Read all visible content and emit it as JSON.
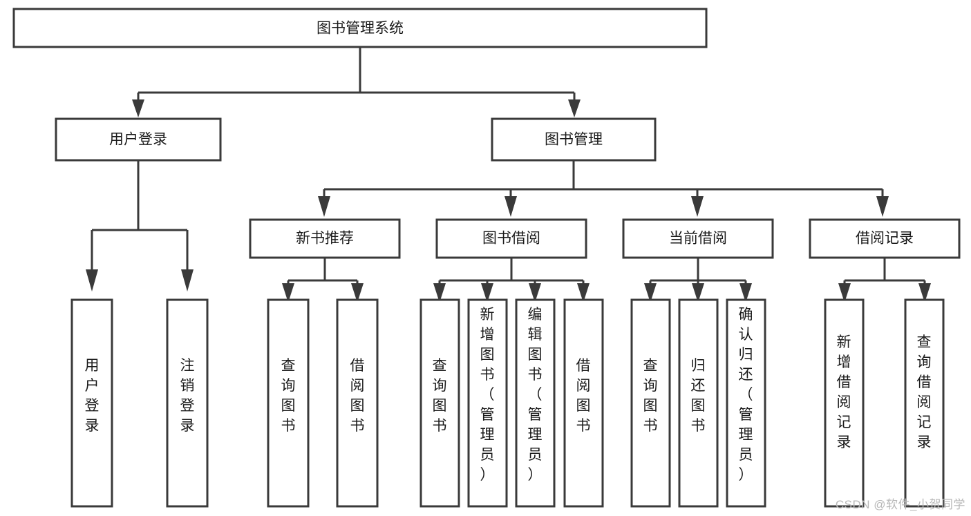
{
  "diagram": {
    "title": "图书管理系统",
    "watermark": "CSDN @软件_小贺同学",
    "colors": {
      "background": "#ffffff",
      "box_fill": "#ffffff",
      "box_stroke": "#3a3a3a",
      "connector": "#3a3a3a",
      "text": "#1a1a1a",
      "watermark": "#b8b8b8"
    },
    "root": {
      "label": "图书管理系统"
    },
    "level1": [
      {
        "label": "用户登录"
      },
      {
        "label": "图书管理"
      }
    ],
    "level2": [
      {
        "label": "新书推荐"
      },
      {
        "label": "图书借阅"
      },
      {
        "label": "当前借阅"
      },
      {
        "label": "借阅记录"
      }
    ],
    "leaves_user_login": [
      {
        "label": "用户登录"
      },
      {
        "label": "注销登录"
      }
    ],
    "leaves_new_book": [
      {
        "label": "查询图书"
      },
      {
        "label": "借阅图书"
      }
    ],
    "leaves_borrow": [
      {
        "label": "查询图书"
      },
      {
        "label": "新增图书（管理员）"
      },
      {
        "label": "编辑图书（管理员）"
      },
      {
        "label": "借阅图书"
      }
    ],
    "leaves_current": [
      {
        "label": "查询图书"
      },
      {
        "label": "归还图书"
      },
      {
        "label": "确认归还（管理员）"
      }
    ],
    "leaves_record": [
      {
        "label": "新增借阅记录"
      },
      {
        "label": "查询借阅记录"
      }
    ]
  }
}
